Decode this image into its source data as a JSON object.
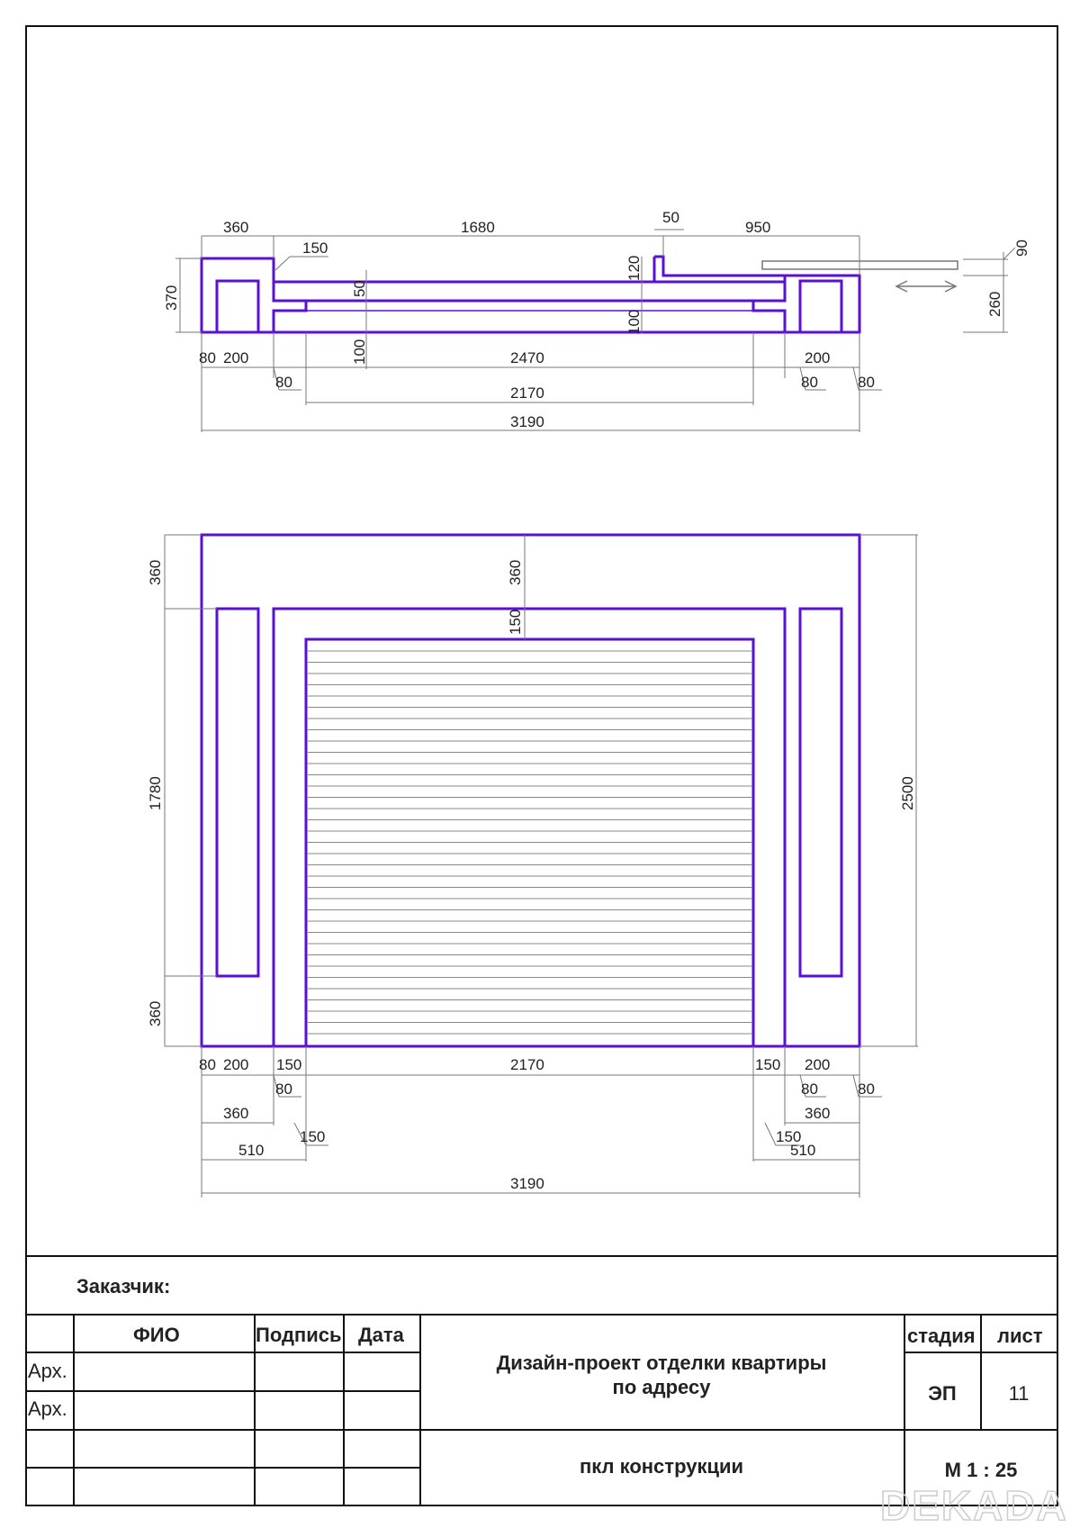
{
  "plan_view": {
    "dims_top": {
      "left_width": "360",
      "middle": "1680",
      "notch": "50",
      "right": "950",
      "offset": "150"
    },
    "dims_left": {
      "height": "370"
    },
    "dims_inner": {
      "d50": "50",
      "d100a": "100",
      "d120": "120",
      "d100b": "100"
    },
    "dims_right": {
      "d90": "90",
      "d260": "260"
    },
    "dims_bottom": {
      "l80": "80",
      "l200": "200",
      "l80b": "80",
      "total_inner": "2470",
      "r200": "200",
      "r80": "80",
      "r80b": "80",
      "opening": "2170",
      "overall": "3190"
    }
  },
  "elevation_view": {
    "dims_left": {
      "top": "360",
      "middle": "1780",
      "bottom": "360"
    },
    "dims_center": {
      "top": "360",
      "sub": "150"
    },
    "dims_right": {
      "overall": "2500"
    },
    "dims_bottom": {
      "l80": "80",
      "l200": "200",
      "l150": "150",
      "l80b": "80",
      "l360": "360",
      "l150b": "150",
      "l510": "510",
      "opening": "2170",
      "r150": "150",
      "r200": "200",
      "r80": "80",
      "r80b": "80",
      "r360": "360",
      "r150b": "150",
      "r510": "510",
      "overall": "3190"
    }
  },
  "title_block": {
    "customer_label": "Заказчик:",
    "col_fio": "ФИО",
    "col_signature": "Подпись",
    "col_date": "Дата",
    "role1": "Арх.",
    "role2": "Арх.",
    "project_title_line1": "Дизайн-проект отделки квартиры",
    "project_title_line2": "по адресу",
    "sheet_title": "пкл конструкции",
    "col_stage": "стадия",
    "col_sheet": "лист",
    "stage_value": "ЭП",
    "sheet_value": "11",
    "scale": "М 1 : 25"
  },
  "watermark": "DEKADA",
  "colors": {
    "outline": "#5a0fd6",
    "dim_line": "#777777",
    "frame": "#111111"
  }
}
